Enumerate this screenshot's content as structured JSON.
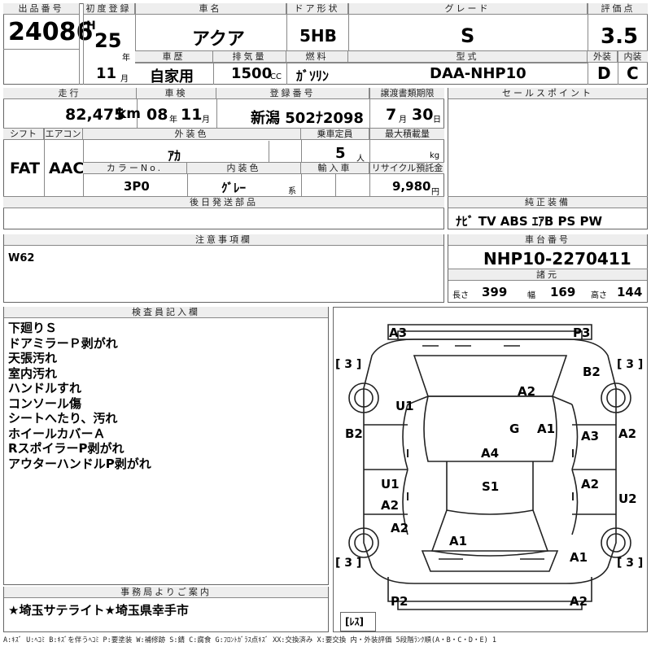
{
  "header": {
    "lot_label": "出品番号",
    "lot": "24086",
    "first_reg_label": "初度登録",
    "era": "H",
    "year": "25",
    "year_unit": "年",
    "month": "11",
    "month_unit": "月",
    "car_name_label": "車名",
    "car_name": "アクア",
    "door_label": "ドア形状",
    "door": "5HB",
    "grade_label": "グレード",
    "grade": "S",
    "score_label": "評価点",
    "score": "3.5",
    "exterior_label": "外装",
    "exterior": "D",
    "interior_label": "内装",
    "interior": "C",
    "history_label": "車歴",
    "history": "自家用",
    "displacement_label": "排気量",
    "displacement": "1500",
    "displacement_unit": "CC",
    "fuel_label": "燃料",
    "fuel": "ｶﾞｿﾘﾝ",
    "model_label": "型式",
    "model": "DAA-NHP10"
  },
  "row2": {
    "mileage_label": "走行",
    "mileage": "82,475",
    "mileage_unit": "km",
    "inspection_label": "車検",
    "insp_year": "08",
    "insp_year_unit": "年",
    "insp_month": "11",
    "insp_month_unit": "月",
    "reg_label": "登録番号",
    "reg": "新潟 502ﾅ2098",
    "transfer_label": "譲渡書類期限",
    "transfer_month": "7",
    "transfer_month_unit": "月",
    "transfer_day": "30",
    "transfer_day_unit": "日",
    "sales_label": "セールスポイント",
    "shift_label": "シフト",
    "shift": "FAT",
    "ac_label": "エアコン",
    "ac": "AAC",
    "color_label": "外装色",
    "color": "ｱｶ",
    "capacity_label": "乗車定員",
    "capacity": "5",
    "capacity_unit": "人",
    "load_label": "最大積載量",
    "load_unit": "kg",
    "color_no_label": "カラーNo.",
    "color_no": "3P0",
    "interior_color_label": "内装色",
    "interior_color": "ｸﾞﾚｰ",
    "interior_color_unit": "系",
    "import_label": "輸入車",
    "recycle_label": "リサイクル預託金",
    "recycle": "9,980",
    "recycle_unit": "円",
    "later_parts_label": "後日発送部品",
    "equipment_label": "純正装備",
    "equipment": "ﾅﾋﾞ TV ABS ｴｱB PS PW"
  },
  "notes": {
    "caution_label": "注意事項欄",
    "caution": "W62",
    "chassis_label": "車台番号",
    "chassis": "NHP10-2270411",
    "dims_label": "諸元",
    "length_label": "長さ",
    "length": "399",
    "width_label": "幅",
    "width": "169",
    "height_label": "高さ",
    "height": "144",
    "inspector_label": "検査員記入欄",
    "inspector_notes": [
      "下廻りＳ",
      "ドアミラーＰ剥がれ",
      "天張汚れ",
      "室内汚れ",
      "ハンドルすれ",
      "コンソール傷",
      "シートへたり、汚れ",
      "ホイールカバーＡ",
      "RスポイラーP剥がれ",
      "アウターハンドルP剥がれ"
    ],
    "office_label": "事務局よりご案内",
    "office": "★埼玉サテライト★埼玉県幸手市"
  },
  "diagram": {
    "labels": {
      "a3_tl": "A3",
      "p3_tr": "P3",
      "b2_r": "B2",
      "a2_center": "A2",
      "u1_l": "U1",
      "g": "G",
      "a1_c": "A1",
      "b2_l": "B2",
      "a3_r": "A3",
      "a2_r": "A2",
      "a4": "A4",
      "u1_l2": "U1",
      "s1": "S1",
      "a2_r2": "A2",
      "a2_l": "A2",
      "u2_r": "U2",
      "a2_l2": "A2",
      "a1_bottom": "A1",
      "a1_br": "A1",
      "p2_bl": "P2",
      "a2_br": "A2"
    },
    "tire_labels": {
      "tl": "[ 3 ]",
      "tr": "[ 3 ]",
      "bl": "[ 3 ]",
      "br": "[ 3 ]",
      "spare": "[ﾚｽ]"
    }
  },
  "legend": "A:ｷｽﾞ U:ﾍｺﾐ B:ｷｽﾞを伴うﾍｺﾐ P:要塗装 W:補修跡 S:錆 C:腐食 G:ﾌﾛﾝﾄｶﾞﾗｽ点ｷｽﾞ XX:交換済み X:要交換  内・外装評価 5段階ﾗﾝｸ順(A・B・C・D・E) 1"
}
